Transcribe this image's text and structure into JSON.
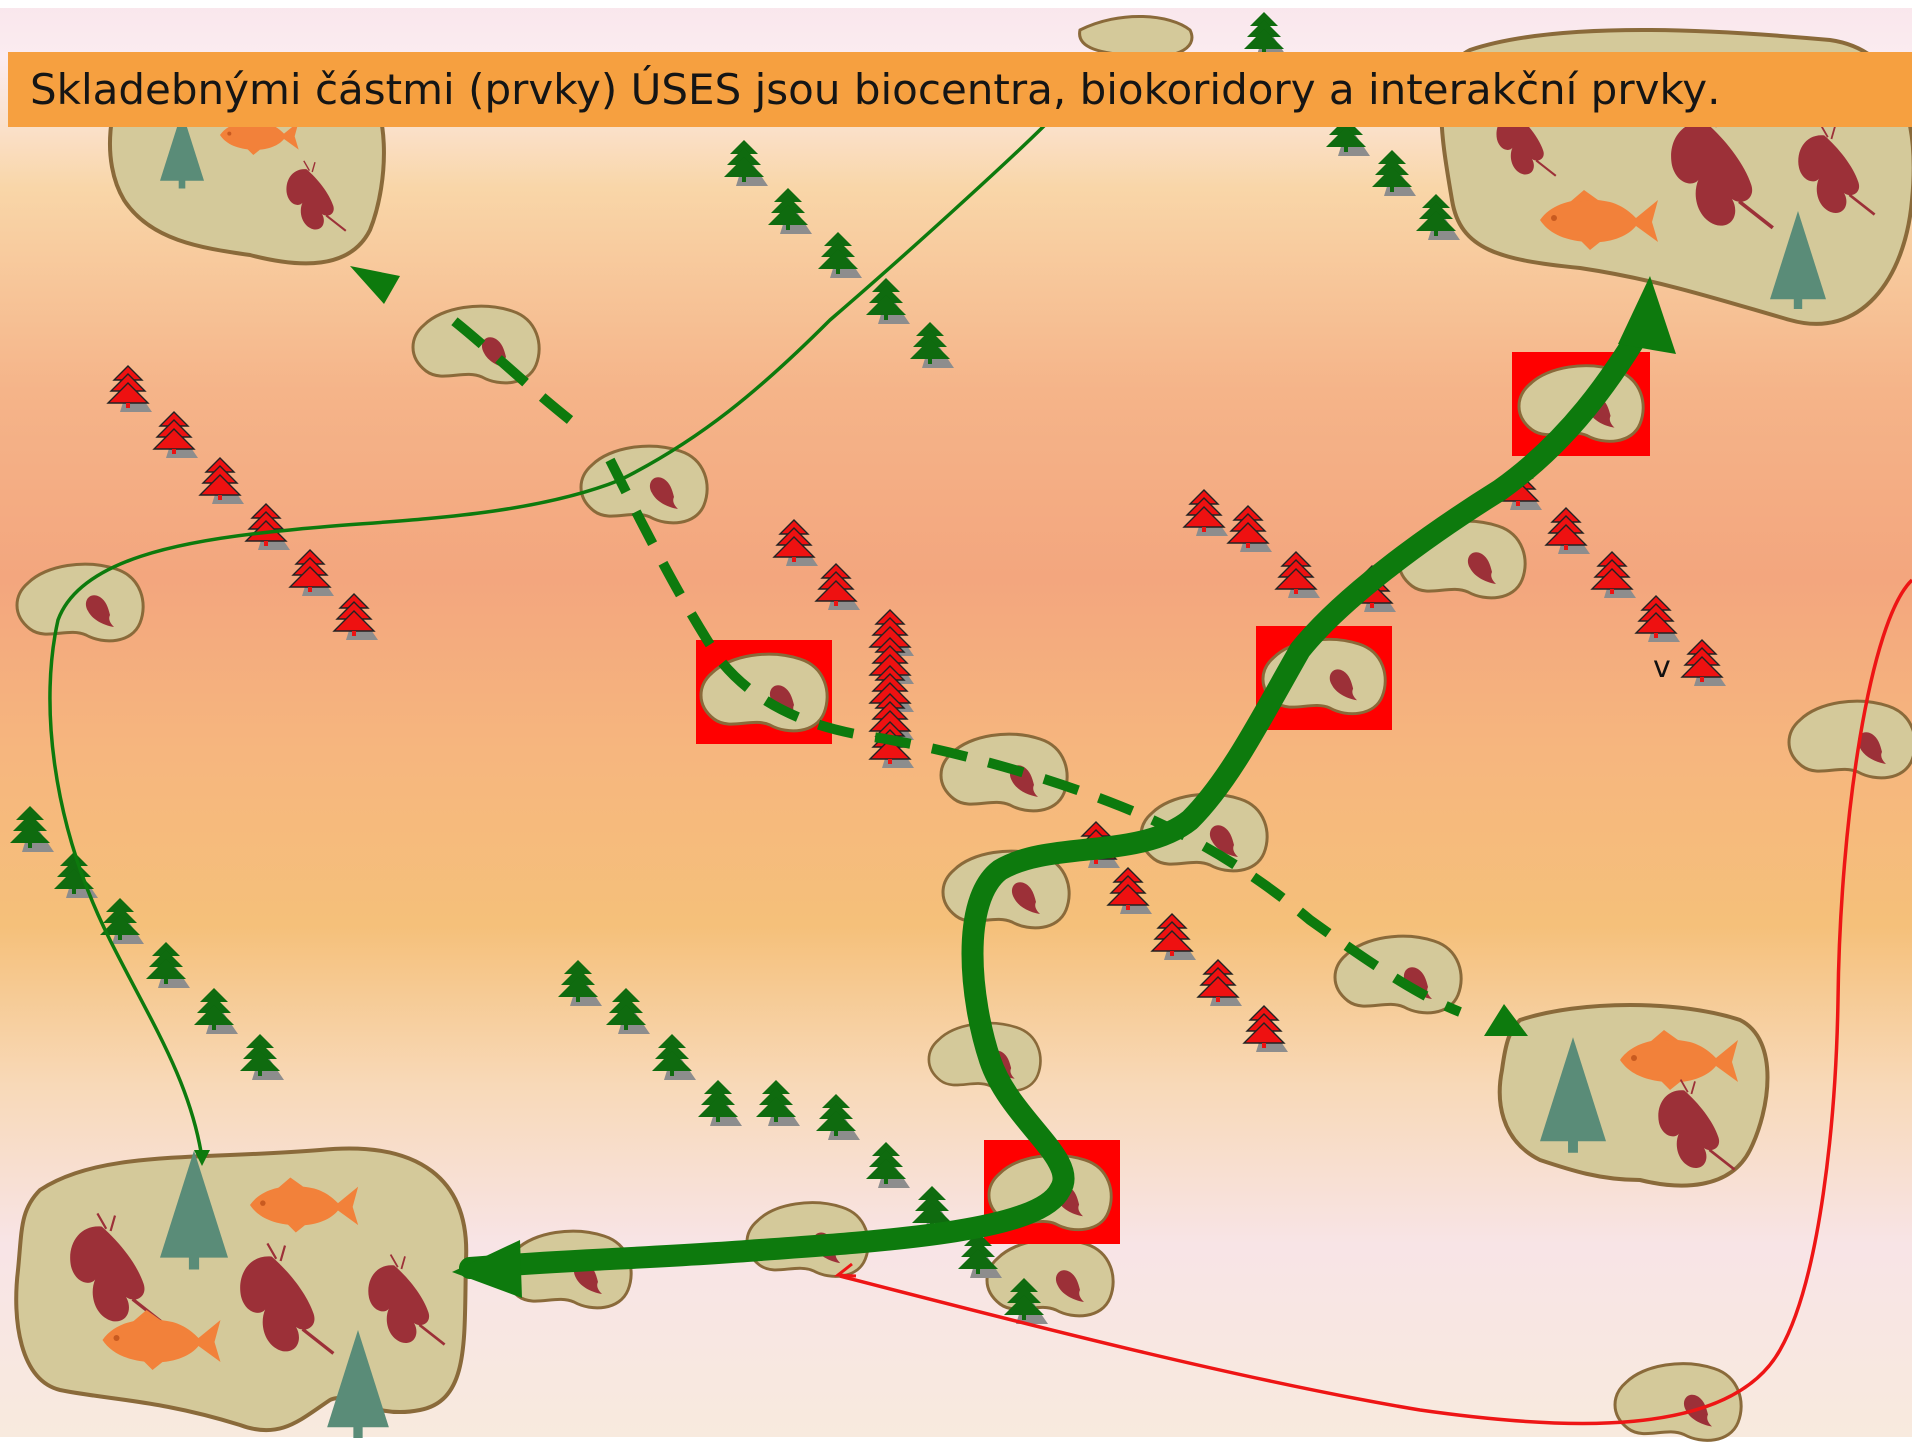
{
  "banner": {
    "prefix": "Skladebnými částmi (prvky) ÚSES jsou ",
    "term1": "biocentra",
    "sep1": ", ",
    "term2": "biokoridory",
    "sep2": " a ",
    "term3": "interakční prvky",
    "suffix": "."
  },
  "stray_letter": "v",
  "colors": {
    "banner": "#f6a040",
    "patch_fill": "#d4c99a",
    "patch_stroke": "#8a6a3a",
    "tree_green": "#0f6b0f",
    "tree_red": "#ee1111",
    "butterfly": "#9c3038",
    "fish": "#f2813a",
    "big_tree": "#5a8c78",
    "corridor": "#0d7a0d",
    "selection": "#ff0000",
    "red_path": "#ee1515"
  },
  "icons": [
    "conifer-tree-icon",
    "butterfly-icon",
    "fish-icon",
    "arrow-icon"
  ]
}
